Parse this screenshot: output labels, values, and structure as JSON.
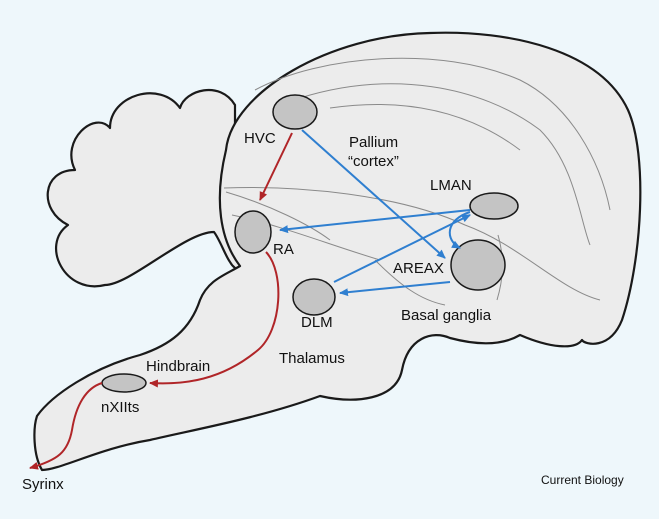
{
  "labels": {
    "hvc": "HVC",
    "pallium": "Pallium",
    "cortex": "“cortex”",
    "lman": "LMAN",
    "ra": "RA",
    "areax": "AREAX",
    "dlm": "DLM",
    "basal_ganglia": "Basal ganglia",
    "hindbrain": "Hindbrain",
    "thalamus": "Thalamus",
    "nxiits": "nXIIts",
    "syrinx": "Syrinx",
    "credit": "Current Biology"
  },
  "colors": {
    "background": "#eef7fb",
    "brain_fill": "#ececec",
    "outline": "#1a1a1a",
    "nucleus_fill": "#c4c4c4",
    "motor_pathway": "#b02528",
    "anterior_forebrain_pathway": "#2f7fd0"
  }
}
